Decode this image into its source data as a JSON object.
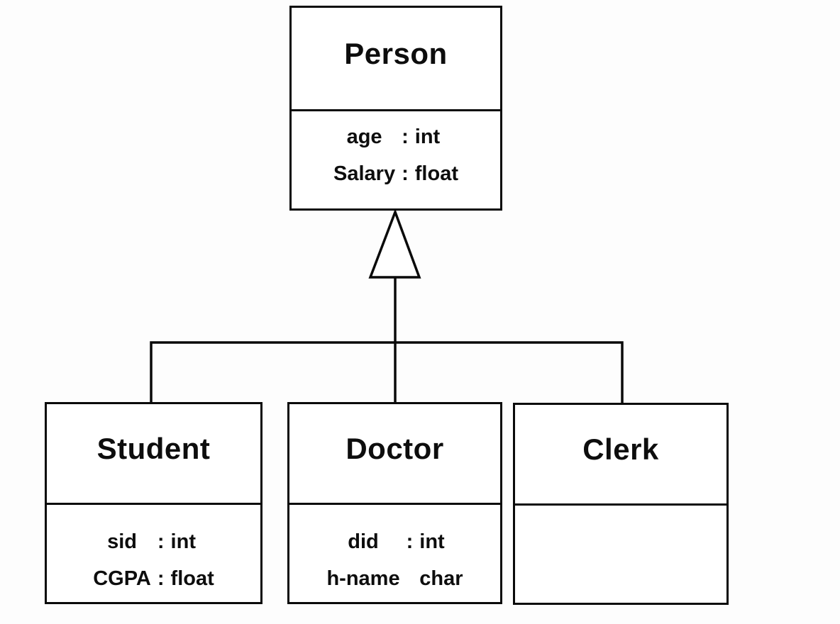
{
  "diagram": {
    "kind": "uml-class-diagram",
    "relationship": "generalization"
  },
  "colors": {
    "background": "#fdfdfd",
    "line": "#0a0a0a",
    "text": "#0d0d0d",
    "box_fill": "#ffffff"
  },
  "parent_class": {
    "name": "Person",
    "attributes": [
      {
        "name": "age",
        "sep": ":",
        "type": "int"
      },
      {
        "name": "Salary",
        "sep": ":",
        "type": "float"
      }
    ]
  },
  "child_classes": [
    {
      "name": "Student",
      "attributes": [
        {
          "name": "sid",
          "sep": ":",
          "type": "int"
        },
        {
          "name": "CGPA",
          "sep": ":",
          "type": "float"
        }
      ]
    },
    {
      "name": "Doctor",
      "attributes": [
        {
          "name": "did",
          "sep": ":",
          "type": "int"
        },
        {
          "name": "h-name",
          "sep": "",
          "type": "char"
        }
      ]
    },
    {
      "name": "Clerk",
      "attributes": []
    }
  ]
}
